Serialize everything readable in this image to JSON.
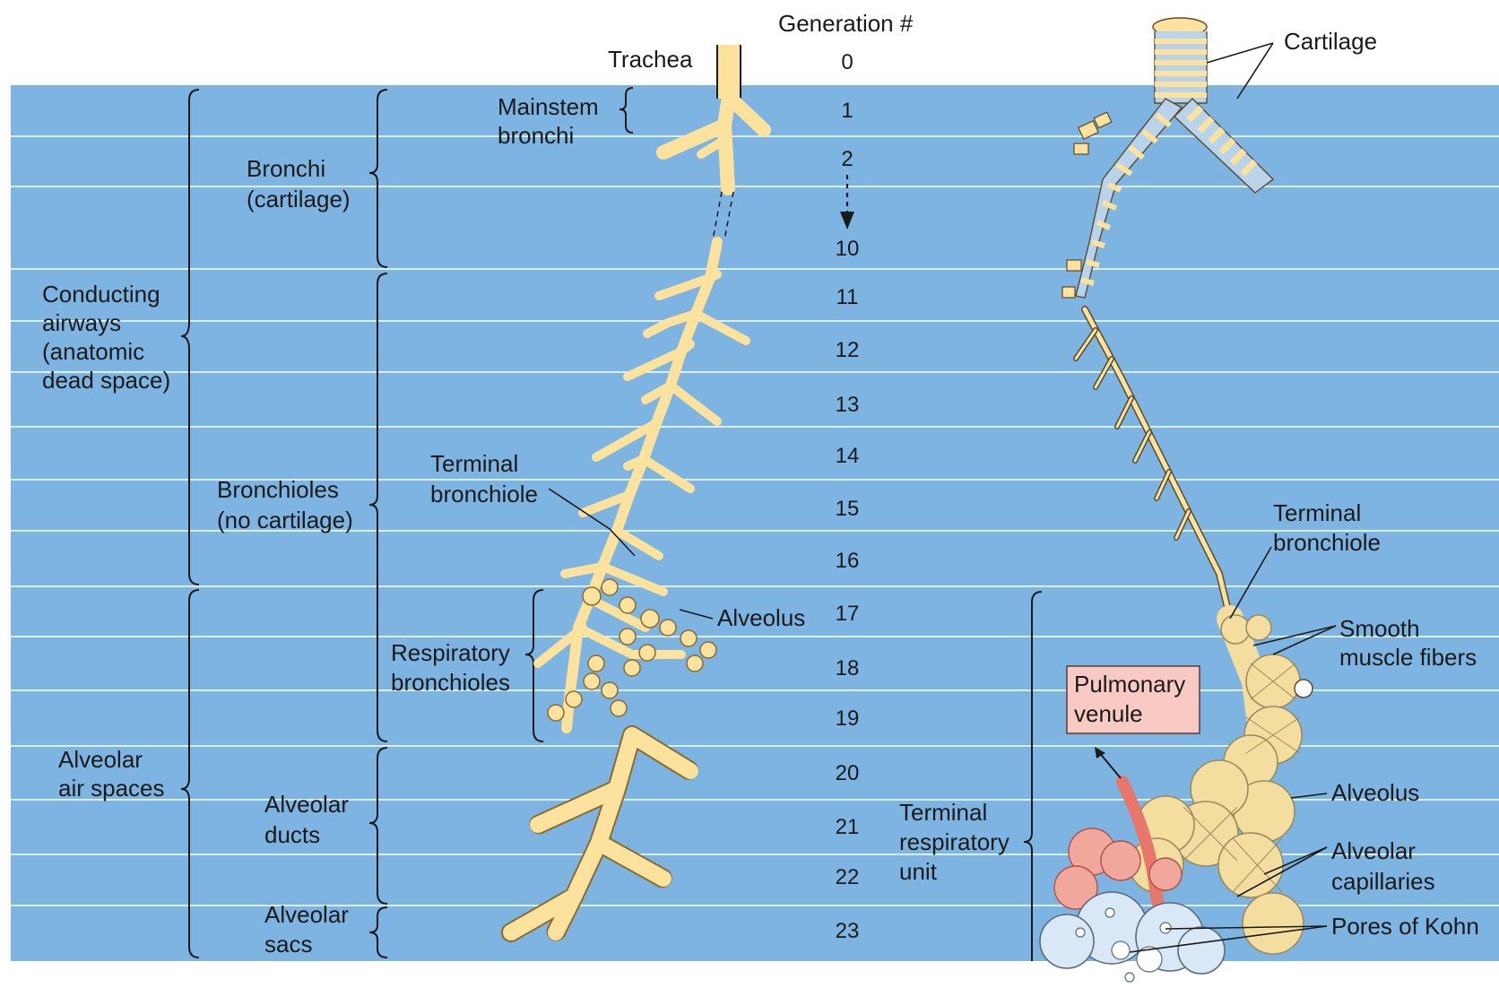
{
  "title": "Generation #",
  "colors": {
    "band": "#7db4e2",
    "band_line": "#dbeefb",
    "airway": "#fce29c",
    "airway_edge": "#c9a867",
    "cartilage_blue": "#b9d3ea",
    "venule_box": "#f9c9c3",
    "venule": "#e8776b",
    "alveolus": "#f3dea0",
    "alveolus_grid": "#9a8a5e",
    "sac_bubble": "#d9e8f6"
  },
  "generations": [
    "0",
    "1",
    "2",
    "10",
    "11",
    "12",
    "13",
    "14",
    "15",
    "16",
    "17",
    "18",
    "19",
    "20",
    "21",
    "22",
    "23"
  ],
  "zones": {
    "conducting": "Conducting airways (anatomic dead space)",
    "conducting_lines": [
      "Conducting",
      "airways",
      "(anatomic",
      "dead space)"
    ],
    "alveolar": "Alveolar air spaces",
    "alveolar_lines": [
      "Alveolar",
      "air spaces"
    ]
  },
  "segments": {
    "bronchi_lines": [
      "Bronchi",
      "(cartilage)"
    ],
    "bronchioles_lines": [
      "Bronchioles",
      "(no cartilage)"
    ],
    "respiratory_bronchioles_lines": [
      "Respiratory",
      "bronchioles"
    ],
    "alveolar_ducts_lines": [
      "Alveolar",
      "ducts"
    ],
    "alveolar_sacs_lines": [
      "Alveolar",
      "sacs"
    ]
  },
  "tree_labels": {
    "trachea": "Trachea",
    "mainstem_lines": [
      "Mainstem",
      "bronchi"
    ],
    "terminal_bronchiole_lines": [
      "Terminal",
      "bronchiole"
    ],
    "alveolus": "Alveolus"
  },
  "right_labels": {
    "cartilage": "Cartilage",
    "terminal_bronchiole_lines": [
      "Terminal",
      "bronchiole"
    ],
    "smooth_muscle_lines": [
      "Smooth",
      "muscle fibers"
    ],
    "pulmonary_venule_lines": [
      "Pulmonary",
      "venule"
    ],
    "alveolus": "Alveolus",
    "alveolar_capillaries_lines": [
      "Alveolar",
      "capillaries"
    ],
    "pores_of_kohn": "Pores of Kohn",
    "terminal_respiratory_unit_lines": [
      "Terminal",
      "respiratory",
      "unit"
    ]
  }
}
